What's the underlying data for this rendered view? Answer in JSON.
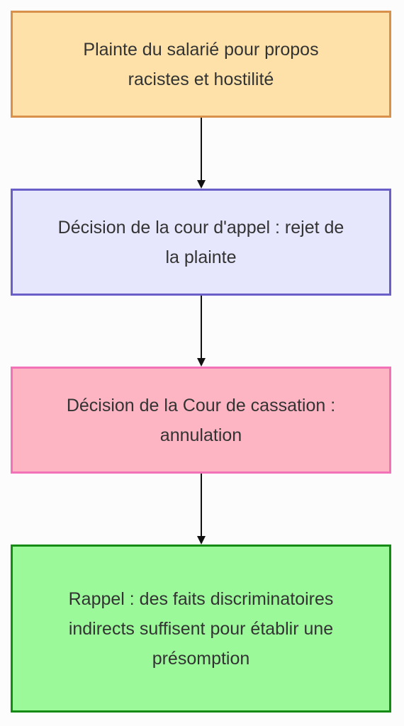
{
  "nodes": [
    {
      "id": "plainte",
      "text": "Plainte du salarié pour propos racistes et hostilité",
      "fill": "#fde1a9",
      "stroke": "#d9904a"
    },
    {
      "id": "cour-appel",
      "text": "Décision de la cour d'appel : rejet de la plainte",
      "fill": "#e6e6fc",
      "stroke": "#6a5fc9"
    },
    {
      "id": "cour-cassation",
      "text": "Décision de la Cour de cassation : annulation",
      "fill": "#fdb5c3",
      "stroke": "#f272b7"
    },
    {
      "id": "rappel",
      "text": "Rappel : des faits discriminatoires indirects suffisent pour établir une présomption",
      "fill": "#9bf99a",
      "stroke": "#158a15"
    }
  ],
  "edges": [
    {
      "from": "plainte",
      "to": "cour-appel"
    },
    {
      "from": "cour-appel",
      "to": "cour-cassation"
    },
    {
      "from": "cour-cassation",
      "to": "rappel"
    }
  ],
  "colors": {
    "text": "#333333",
    "edge": "#111111",
    "background": "#fdfcfd"
  }
}
